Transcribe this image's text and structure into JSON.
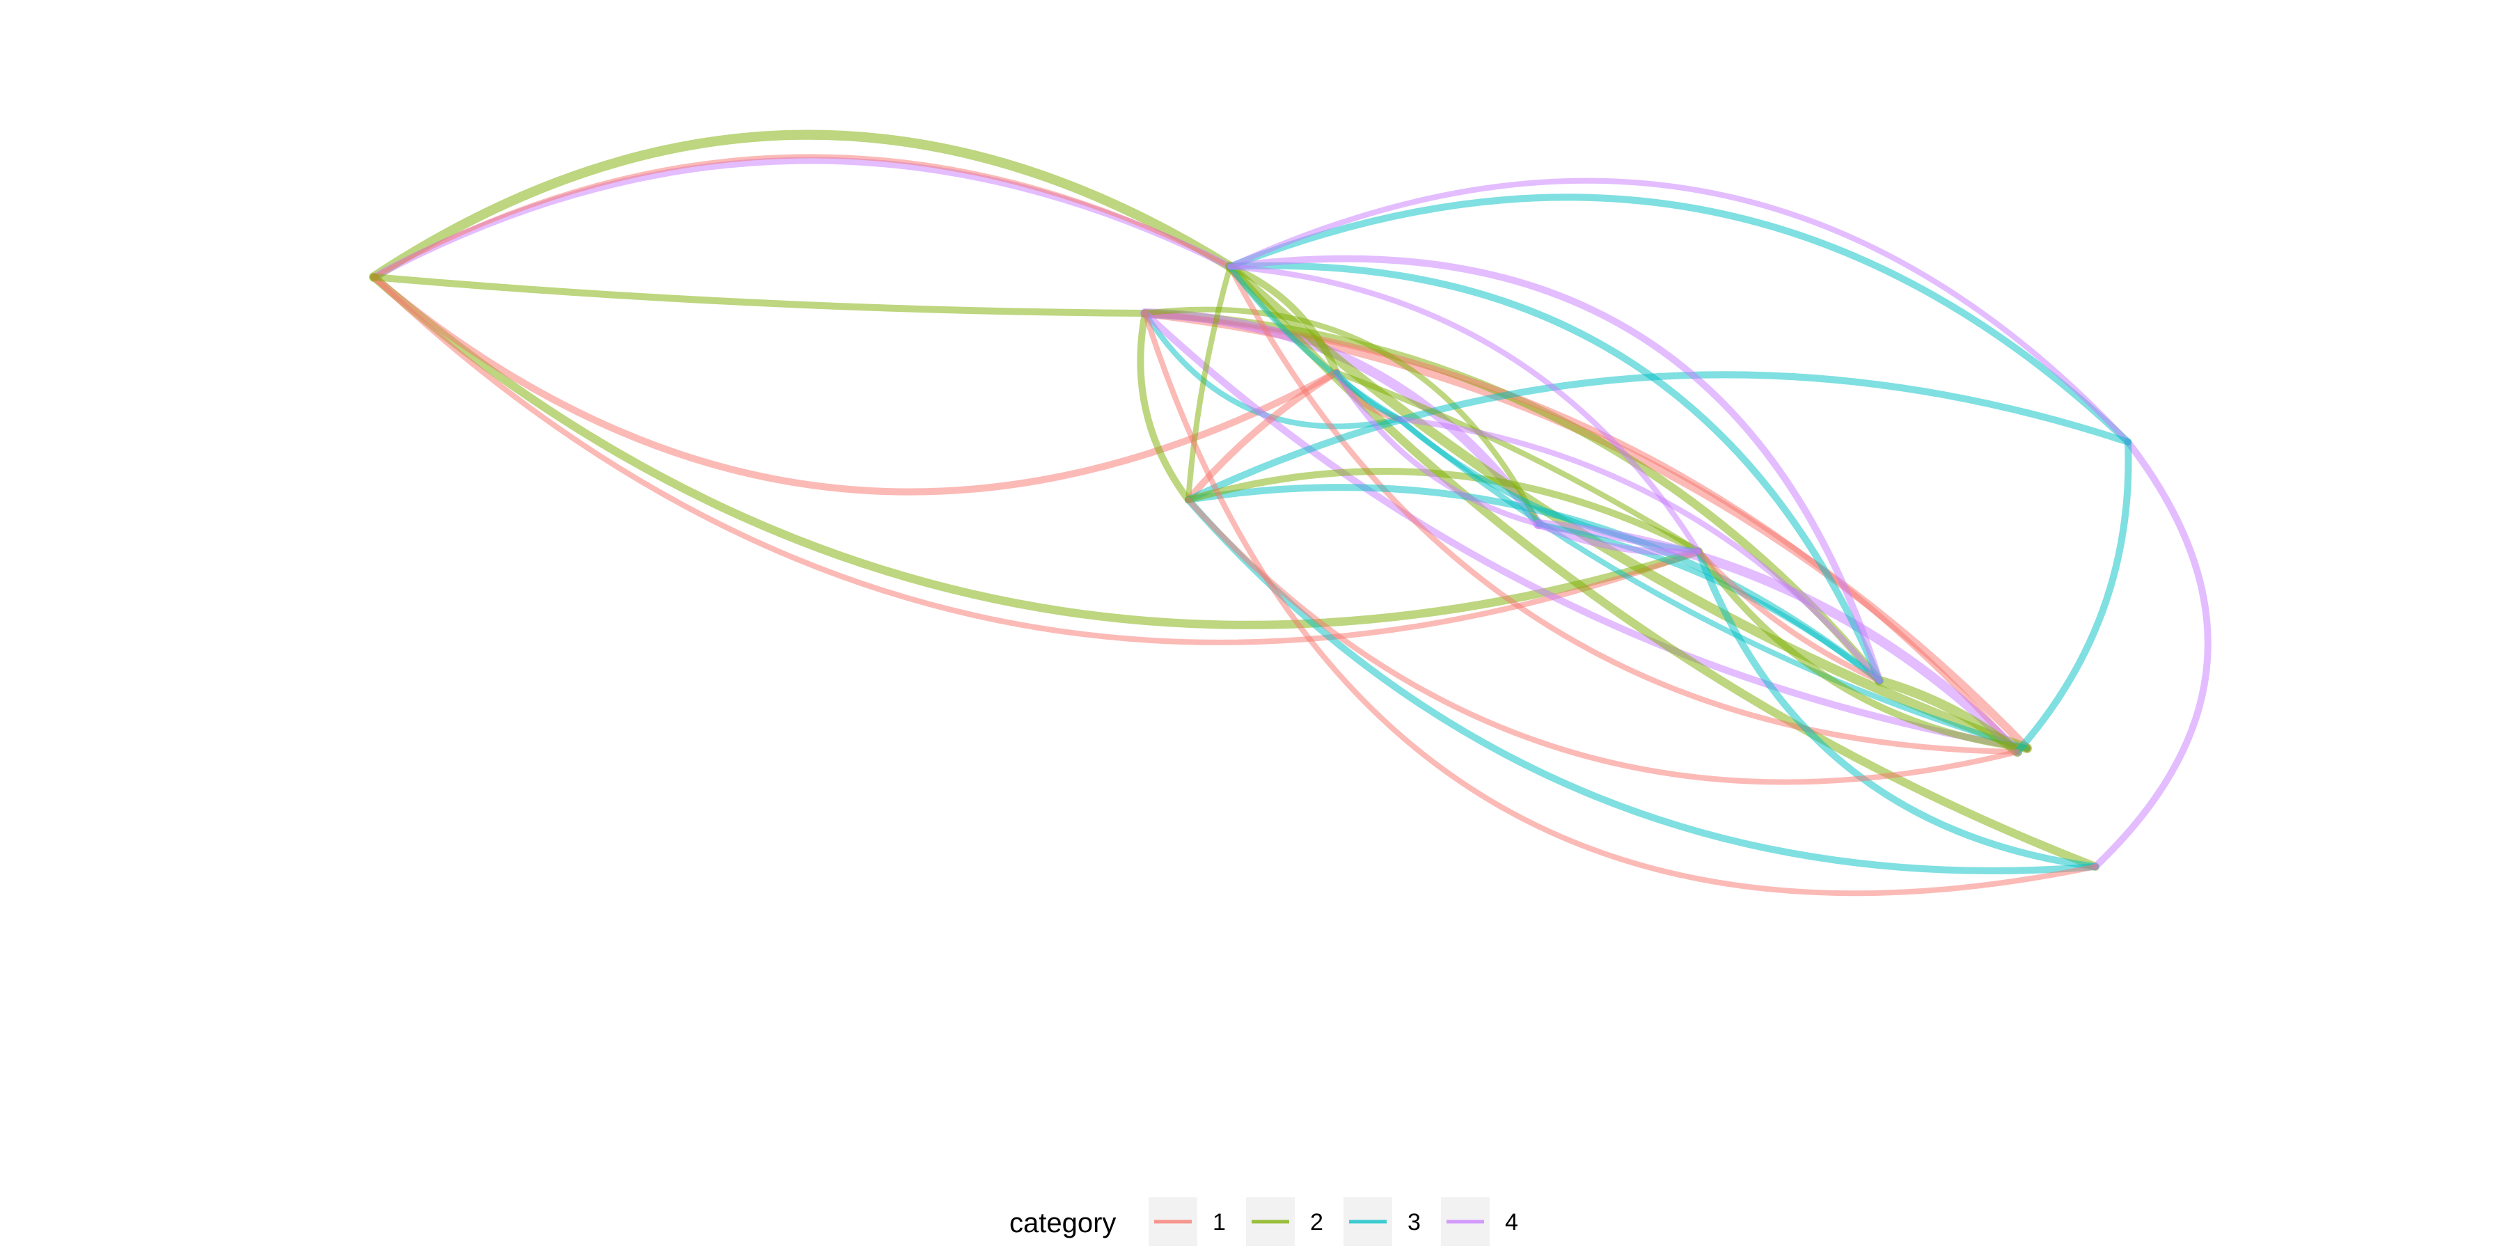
{
  "legend": {
    "title": "category",
    "items": [
      {
        "label": "1",
        "color": "#F8766D"
      },
      {
        "label": "2",
        "color": "#7CAE00"
      },
      {
        "label": "3",
        "color": "#00BFC4"
      },
      {
        "label": "4",
        "color": "#C77CFF"
      }
    ],
    "key_background": "#F2F2F2"
  },
  "edge_opacity": 0.5,
  "nodes": [
    {
      "id": "A"
    },
    {
      "id": "B"
    },
    {
      "id": "C"
    },
    {
      "id": "D"
    },
    {
      "id": "E"
    },
    {
      "id": "F"
    },
    {
      "id": "G"
    },
    {
      "id": "H"
    },
    {
      "id": "I"
    },
    {
      "id": "J"
    },
    {
      "id": "K"
    },
    {
      "id": "L"
    },
    {
      "id": "M"
    }
  ],
  "edges": [
    {
      "from": "A",
      "to": "C",
      "category": "2",
      "weight": 6,
      "bend": -0.32
    },
    {
      "from": "A",
      "to": "C",
      "category": "4",
      "weight": 4,
      "bend": -0.26
    },
    {
      "from": "A",
      "to": "C",
      "category": "1",
      "weight": 2,
      "bend": -0.27
    },
    {
      "from": "A",
      "to": "H",
      "category": "2",
      "weight": 5,
      "bend": 0.28
    },
    {
      "from": "A",
      "to": "H",
      "category": "1",
      "weight": 3,
      "bend": 0.31
    },
    {
      "from": "A",
      "to": "E",
      "category": "1",
      "weight": 4,
      "bend": 0.34
    },
    {
      "from": "A",
      "to": "B",
      "category": "2",
      "weight": 4,
      "bend": 0.02
    },
    {
      "from": "B",
      "to": "L",
      "category": "1",
      "weight": 5,
      "bend": -0.18
    },
    {
      "from": "B",
      "to": "I",
      "category": "2",
      "weight": 5,
      "bend": -0.22
    },
    {
      "from": "B",
      "to": "K",
      "category": "1",
      "weight": 3,
      "bend": -0.2
    },
    {
      "from": "B",
      "to": "G",
      "category": "4",
      "weight": 6,
      "bend": -0.25
    },
    {
      "from": "B",
      "to": "G",
      "category": "2",
      "weight": 3,
      "bend": -0.35
    },
    {
      "from": "B",
      "to": "F",
      "category": "3",
      "weight": 3,
      "bend": 0.35
    },
    {
      "from": "B",
      "to": "D",
      "category": "2",
      "weight": 4,
      "bend": 0.22
    },
    {
      "from": "B",
      "to": "L",
      "category": "4",
      "weight": 4,
      "bend": 0.15
    },
    {
      "from": "C",
      "to": "J",
      "category": "3",
      "weight": 4,
      "bend": -0.32
    },
    {
      "from": "C",
      "to": "J",
      "category": "4",
      "weight": 3,
      "bend": -0.36
    },
    {
      "from": "C",
      "to": "L",
      "category": "2",
      "weight": 6,
      "bend": 0.1
    },
    {
      "from": "C",
      "to": "M",
      "category": "2",
      "weight": 5,
      "bend": 0.12
    },
    {
      "from": "C",
      "to": "K",
      "category": "1",
      "weight": 3,
      "bend": 0.3
    },
    {
      "from": "C",
      "to": "E",
      "category": "2",
      "weight": 4,
      "bend": -0.2
    },
    {
      "from": "C",
      "to": "D",
      "category": "2",
      "weight": 3,
      "bend": 0.05
    },
    {
      "from": "C",
      "to": "F",
      "category": "3",
      "weight": 3,
      "bend": 0.1
    },
    {
      "from": "D",
      "to": "I",
      "category": "3",
      "weight": 4,
      "bend": -0.22
    },
    {
      "from": "D",
      "to": "E",
      "category": "1",
      "weight": 4,
      "bend": -0.08
    },
    {
      "from": "D",
      "to": "J",
      "category": "3",
      "weight": 4,
      "bend": -0.2
    },
    {
      "from": "D",
      "to": "M",
      "category": "3",
      "weight": 4,
      "bend": 0.25
    },
    {
      "from": "D",
      "to": "H",
      "category": "2",
      "weight": 4,
      "bend": -0.2
    },
    {
      "from": "E",
      "to": "H",
      "category": "2",
      "weight": 3,
      "bend": -0.05
    },
    {
      "from": "E",
      "to": "F",
      "category": "1",
      "weight": 3,
      "bend": 0.22
    },
    {
      "from": "E",
      "to": "G",
      "category": "4",
      "weight": 3,
      "bend": 0.2
    },
    {
      "from": "F",
      "to": "H",
      "category": "3",
      "weight": 3,
      "bend": 0.15
    },
    {
      "from": "F",
      "to": "L",
      "category": "3",
      "weight": 3,
      "bend": 0.1
    },
    {
      "from": "F",
      "to": "E",
      "category": "3",
      "weight": 3,
      "bend": -0.1
    },
    {
      "from": "G",
      "to": "K",
      "category": "4",
      "weight": 6,
      "bend": -0.18
    },
    {
      "from": "G",
      "to": "I",
      "category": "3",
      "weight": 3,
      "bend": -0.12
    },
    {
      "from": "H",
      "to": "L",
      "category": "2",
      "weight": 4,
      "bend": 0.22
    },
    {
      "from": "H",
      "to": "M",
      "category": "3",
      "weight": 4,
      "bend": 0.3
    },
    {
      "from": "H",
      "to": "I",
      "category": "1",
      "weight": 3,
      "bend": 0.1
    },
    {
      "from": "I",
      "to": "K",
      "category": "2",
      "weight": 6,
      "bend": -0.1
    },
    {
      "from": "I",
      "to": "F",
      "category": "4",
      "weight": 3,
      "bend": 0.2
    },
    {
      "from": "J",
      "to": "M",
      "category": "4",
      "weight": 4,
      "bend": -0.45
    },
    {
      "from": "J",
      "to": "K",
      "category": "3",
      "weight": 4,
      "bend": -0.2
    },
    {
      "from": "C",
      "to": "I",
      "category": "3",
      "weight": 4,
      "bend": -0.35
    },
    {
      "from": "C",
      "to": "I",
      "category": "4",
      "weight": 4,
      "bend": -0.42
    },
    {
      "from": "G",
      "to": "H",
      "category": "4",
      "weight": 4,
      "bend": 0.12
    },
    {
      "from": "D",
      "to": "K",
      "category": "1",
      "weight": 3,
      "bend": 0.3
    },
    {
      "from": "B",
      "to": "M",
      "category": "1",
      "weight": 3,
      "bend": 0.45
    },
    {
      "from": "C",
      "to": "H",
      "category": "4",
      "weight": 3,
      "bend": -0.25
    }
  ]
}
